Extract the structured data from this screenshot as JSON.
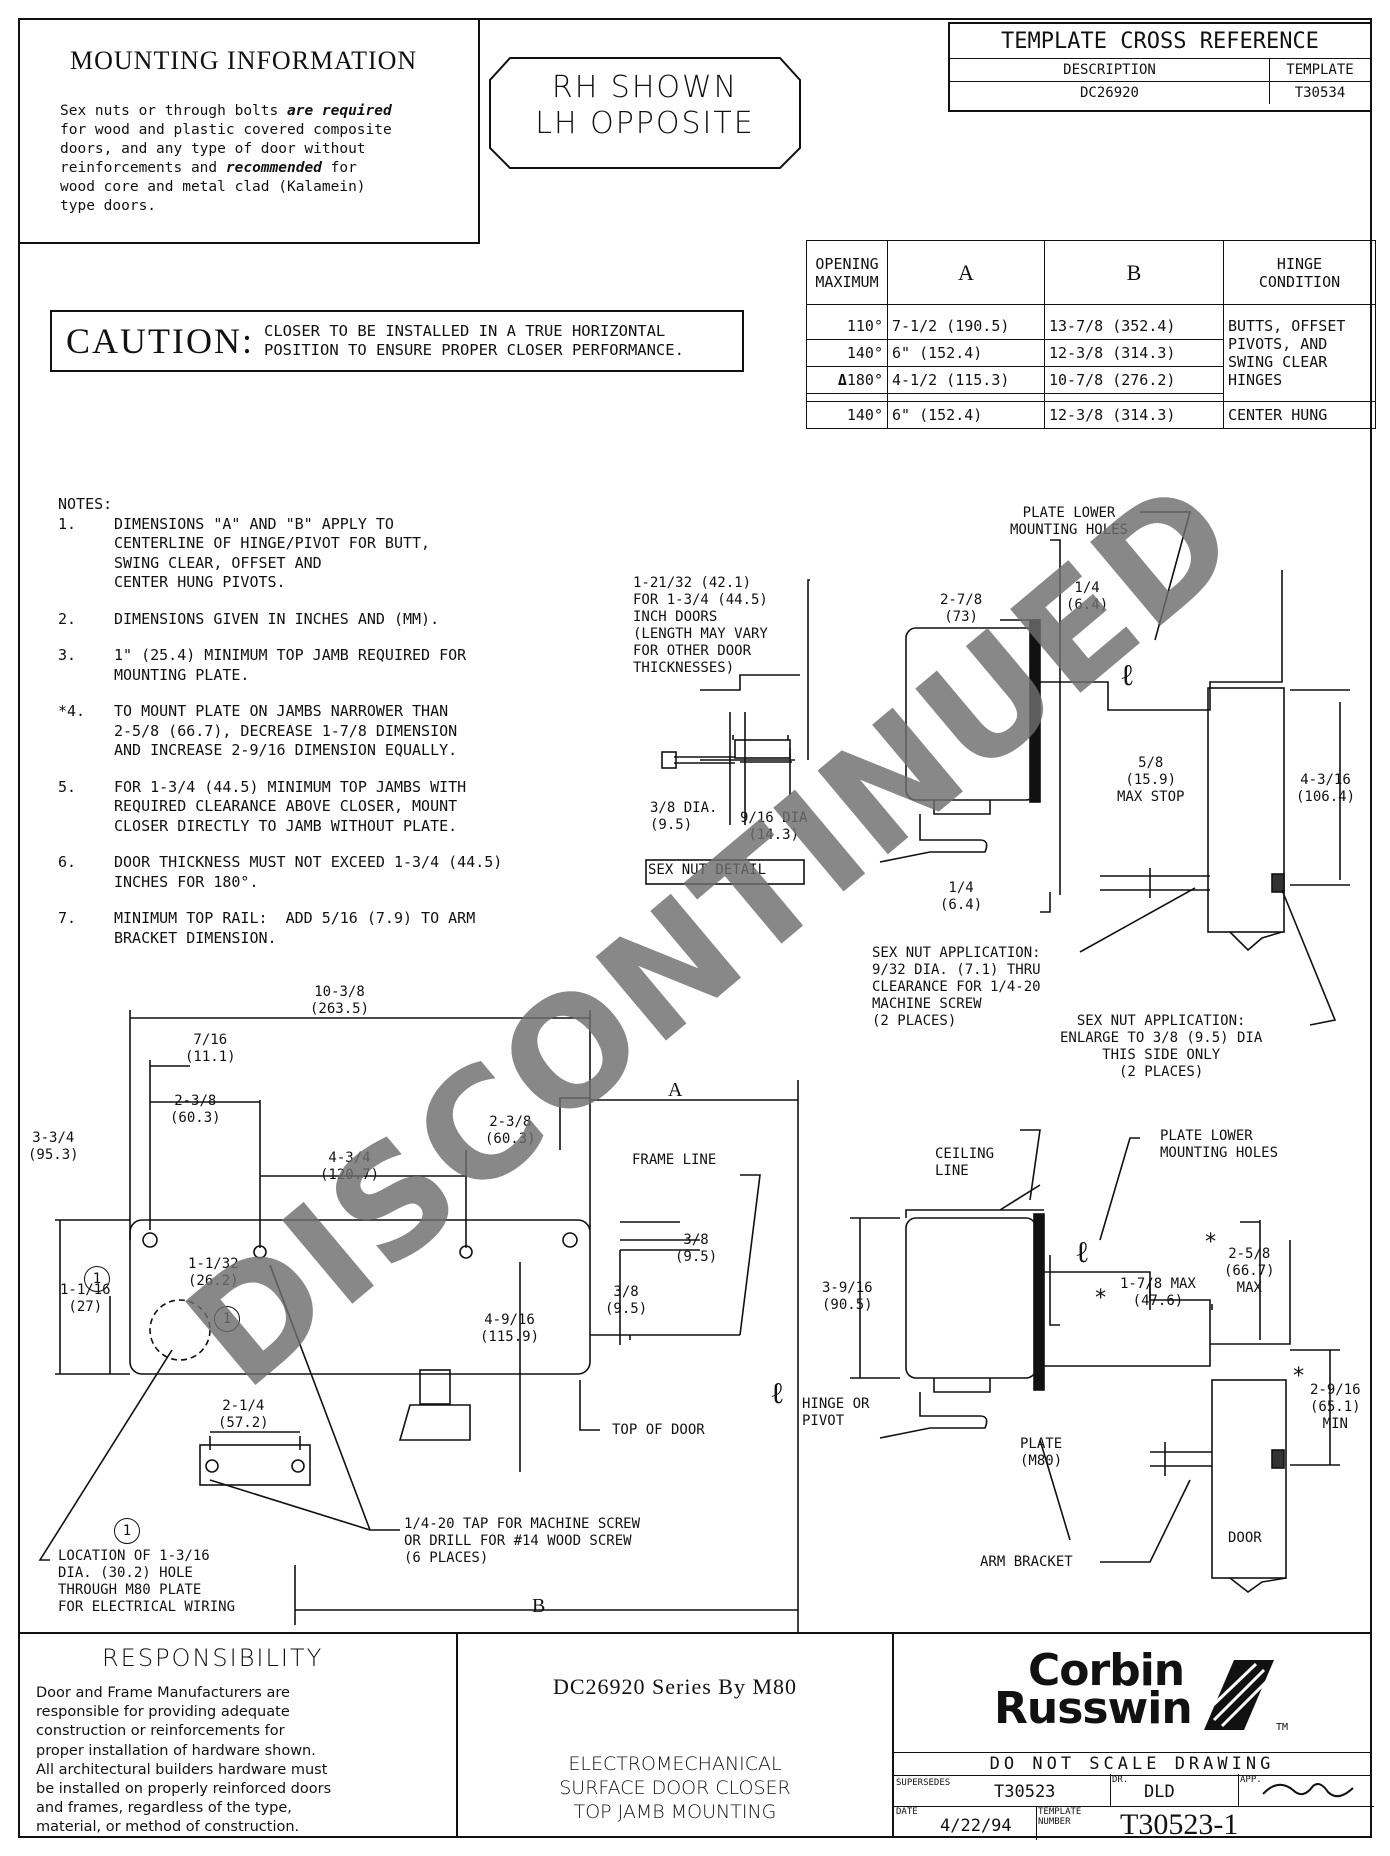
{
  "mounting": {
    "title": "MOUNTING INFORMATION",
    "line1a": "Sex nuts or through bolts ",
    "line1b": "are required",
    "line2": "for wood and plastic covered composite",
    "line3": "doors, and any type of door without",
    "line4a": "reinforcements and ",
    "line4b": "recommended",
    "line4c": " for",
    "line5": "wood core and metal clad (Kalamein)",
    "line6": "type doors."
  },
  "hand": {
    "line1": "RH SHOWN",
    "line2": "LH OPPOSITE"
  },
  "cross_ref": {
    "title": "TEMPLATE CROSS REFERENCE",
    "col_desc": "DESCRIPTION",
    "col_template": "TEMPLATE",
    "desc": "DC26920",
    "template": "T30534"
  },
  "opening_table": {
    "h_opening": [
      "OPENING",
      "MAXIMUM"
    ],
    "h_a": "A",
    "h_b": "B",
    "h_hinge": [
      "HINGE",
      "CONDITION"
    ],
    "rows": [
      {
        "deg": "110°",
        "a": "7-1/2 (190.5)",
        "b": "13-7/8 (352.4)"
      },
      {
        "deg": "140°",
        "a": "6\" (152.4)",
        "b": "12-3/8 (314.3)"
      },
      {
        "deg": "180°",
        "a": "4-1/2 (115.3)",
        "b": "10-7/8 (276.2)"
      },
      {
        "deg": "140°",
        "a": "6\" (152.4)",
        "b": "12-3/8 (314.3)"
      }
    ],
    "hinge_group": [
      "BUTTS, OFFSET",
      "PIVOTS, AND",
      "SWING CLEAR",
      "HINGES"
    ],
    "hinge_center": "CENTER HUNG"
  },
  "caution": {
    "label": "CAUTION:",
    "line1": "CLOSER TO BE INSTALLED IN A TRUE HORIZONTAL",
    "line2": "POSITION TO ENSURE PROPER CLOSER PERFORMANCE."
  },
  "notes": {
    "title": "NOTES:",
    "items": [
      {
        "num": "1.",
        "text": "DIMENSIONS \"A\" AND \"B\" APPLY TO\nCENTERLINE OF HINGE/PIVOT FOR BUTT,\nSWING CLEAR, OFFSET AND\nCENTER HUNG PIVOTS."
      },
      {
        "num": "2.",
        "text": "DIMENSIONS GIVEN IN INCHES AND (MM)."
      },
      {
        "num": "3.",
        "text": "1\" (25.4) MINIMUM TOP JAMB REQUIRED FOR\nMOUNTING PLATE."
      },
      {
        "num": "*4.",
        "text": "TO MOUNT PLATE ON JAMBS NARROWER THAN\n2-5/8 (66.7), DECREASE 1-7/8 DIMENSION\nAND INCREASE 2-9/16 DIMENSION EQUALLY."
      },
      {
        "num": "5.",
        "text": "FOR 1-3/4 (44.5) MINIMUM TOP JAMBS WITH\nREQUIRED CLEARANCE ABOVE CLOSER, MOUNT\nCLOSER DIRECTLY TO JAMB WITHOUT PLATE."
      },
      {
        "num": "6.",
        "text": "DOOR THICKNESS MUST NOT EXCEED 1-3/4 (44.5)\nINCHES FOR 180°."
      },
      {
        "num": "7.",
        "text": "MINIMUM TOP RAIL:  ADD 5/16 (7.9) TO ARM\nBRACKET DIMENSION."
      }
    ]
  },
  "drawing_labels": {
    "sex_nut_dim": "1-21/32 (42.1)\nFOR 1-3/4 (44.5)\nINCH DOORS\n(LENGTH MAY VARY\nFOR OTHER DOOR\nTHICKNESSES)",
    "sex_nut_dia1": "3/8 DIA.\n(9.5)",
    "sex_nut_dia2": "9/16 DIA\n(14.3)",
    "sex_nut_detail": "SEX NUT DETAIL",
    "plate_lower_1": "PLATE LOWER\nMOUNTING HOLES",
    "d_2_7_8": "2-7/8\n(73)",
    "d_1_4_top": "1/4\n(6.4)",
    "d_5_8": "5/8\n(15.9)\nMAX STOP",
    "d_4_3_16": "4-3/16\n(106.4)",
    "d_1_4_bot": "1/4\n(6.4)",
    "sex_nut_app1": "SEX NUT APPLICATION:\n9/32 DIA. (7.1) THRU\nCLEARANCE FOR 1/4-20\nMACHINE SCREW\n(2 PLACES)",
    "sex_nut_app2": "SEX NUT APPLICATION:\nENLARGE TO 3/8 (9.5) DIA\nTHIS SIDE ONLY\n(2 PLACES)",
    "d_10_3_8": "10-3/8\n(263.5)",
    "d_7_16": "7/16\n(11.1)",
    "d_2_3_8a": "2-3/8\n(60.3)",
    "d_2_3_8b": "2-3/8\n(60.3)",
    "d_4_3_4": "4-3/4\n(120.7)",
    "d_3_3_4": "3-3/4\n(95.3)",
    "dim_a": "A",
    "dim_b": "B",
    "frame_line": "FRAME LINE",
    "d_1_1_32": "1-1/32\n(26.2)",
    "d_1_1_16": "1-1/16\n(27)",
    "d_3_8a": "3/8\n(9.5)",
    "d_3_8b": "3/8\n(9.5)",
    "d_4_9_16": "4-9/16\n(115.9)",
    "d_2_1_4": "2-1/4\n(57.2)",
    "top_of_door": "TOP OF DOOR",
    "hinge_pivot": "HINGE OR\nPIVOT",
    "tap_note": "1/4-20 TAP FOR MACHINE SCREW\nOR DRILL FOR #14 WOOD SCREW\n(6 PLACES)",
    "location_note": "LOCATION OF 1-3/16\nDIA. (30.2) HOLE\nTHROUGH M80 PLATE\nFOR ELECTRICAL WIRING",
    "circle_1": "1",
    "ceiling_line": "CEILING\nLINE",
    "plate_lower_2": "PLATE LOWER\nMOUNTING HOLES",
    "d_3_9_16": "3-9/16\n(90.5)",
    "d_1_7_8": "1-7/8 MAX\n(47.6)",
    "d_2_5_8": "2-5/8\n(66.7)\nMAX",
    "d_2_9_16": "2-9/16\n(65.1)\nMIN",
    "plate_m80": "PLATE\n(M80)",
    "door": "DOOR",
    "arm_bracket": "ARM BRACKET"
  },
  "watermark": "DISCONTINUED",
  "responsibility": {
    "title": "RESPONSIBILITY",
    "text": "Door and Frame Manufacturers are\nresponsible for providing adequate\nconstruction or reinforcements for\nproper installation of hardware shown.\nAll architectural builders hardware must\nbe installed on properly reinforced doors\nand frames, regardless of the type,\nmaterial, or method of construction."
  },
  "product": {
    "series": "DC26920 Series By M80",
    "line1": "ELECTROMECHANICAL",
    "line2": "SURFACE DOOR CLOSER",
    "line3": "TOP JAMB MOUNTING"
  },
  "titleblock": {
    "logo1": "Corbin",
    "logo2": "Russwin",
    "tm": "TM",
    "do_not_scale": "DO NOT SCALE DRAWING",
    "supersedes_label": "SUPERSEDES",
    "supersedes": "T30523",
    "dr_label": "DR.",
    "dr": "DLD",
    "app_label": "APP.",
    "date_label": "DATE",
    "date": "4/22/94",
    "template_label": "TEMPLATE\nNUMBER",
    "template_number": "T30523-1"
  }
}
